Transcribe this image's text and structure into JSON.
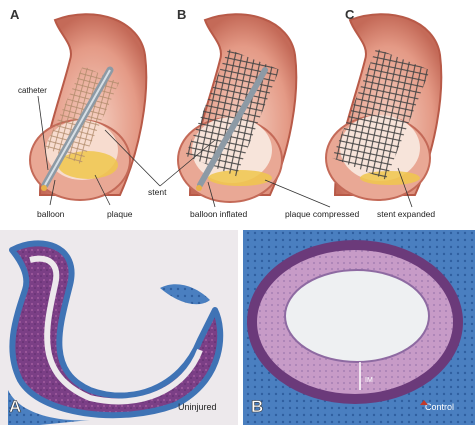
{
  "diagram": {
    "panels": [
      {
        "letter": "A"
      },
      {
        "letter": "B"
      },
      {
        "letter": "C"
      }
    ],
    "labels": {
      "catheter": "catheter",
      "balloon": "balloon",
      "plaque": "plaque",
      "stent": "stent",
      "balloon_inflated": "balloon inflated",
      "plaque_compressed": "plaque compressed",
      "stent_expanded": "stent expanded"
    }
  },
  "histology": {
    "left": {
      "letter": "A",
      "caption": "Uninjured"
    },
    "right": {
      "letter": "B",
      "caption": "Control",
      "marker": "IM"
    }
  },
  "colors": {
    "vessel_outer": "#d98a7a",
    "vessel_inner": "#c96a5a",
    "lumen": "#f3c7b9",
    "plaque": "#f0c74c",
    "stain_purple": "#6b3a7a",
    "stain_blue": "#3f73b5"
  }
}
